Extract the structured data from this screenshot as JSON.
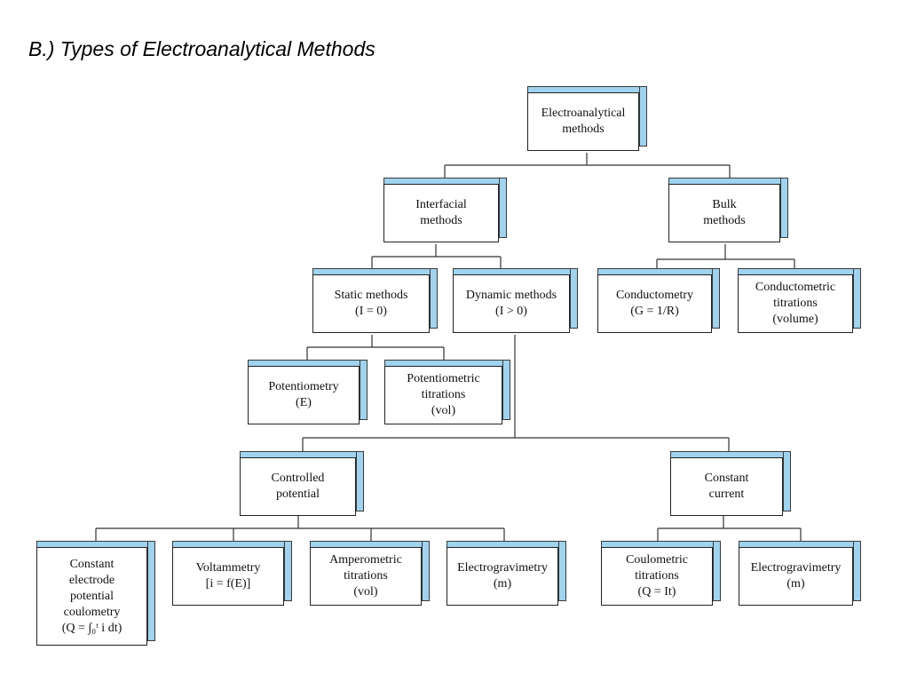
{
  "title": "B.) Types of Electroanalytical Methods",
  "colors": {
    "box_top": "#9fd3ee",
    "box_border": "#222222",
    "line": "#333333"
  },
  "nodes": {
    "root": {
      "lines": [
        "Electroanalytical",
        "methods"
      ]
    },
    "interfacial": {
      "lines": [
        "Interfacial",
        "methods"
      ]
    },
    "bulk": {
      "lines": [
        "Bulk",
        "methods"
      ]
    },
    "static": {
      "lines": [
        "Static methods",
        "(I = 0)"
      ]
    },
    "dynamic": {
      "lines": [
        "Dynamic methods",
        "(I > 0)"
      ]
    },
    "conductometry": {
      "lines": [
        "Conductometry",
        "(G = 1/R)"
      ]
    },
    "cond_titr": {
      "lines": [
        "Conductometric",
        "titrations",
        "(volume)"
      ]
    },
    "potentiometry": {
      "lines": [
        "Potentiometry",
        "(E)"
      ]
    },
    "pot_titr": {
      "lines": [
        "Potentiometric",
        "titrations",
        "(vol)"
      ]
    },
    "controlled": {
      "lines": [
        "Controlled",
        "potential"
      ]
    },
    "constant_current": {
      "lines": [
        "Constant",
        "current"
      ]
    },
    "ce_coulometry": {
      "lines": [
        "Constant",
        "electrode",
        "potential",
        "coulometry",
        "(Q = ∫₀ᵗ i dt)"
      ]
    },
    "voltammetry": {
      "lines": [
        "Voltammetry",
        "[i = f(E)]"
      ]
    },
    "amperometric": {
      "lines": [
        "Amperometric",
        "titrations",
        "(vol)"
      ]
    },
    "electrograv1": {
      "lines": [
        "Electrogravimetry",
        "(m)"
      ]
    },
    "coulometric_titr": {
      "lines": [
        "Coulometric",
        "titrations",
        "(Q = It)"
      ]
    },
    "electrograv2": {
      "lines": [
        "Electrogravimetry",
        "(m)"
      ]
    }
  }
}
